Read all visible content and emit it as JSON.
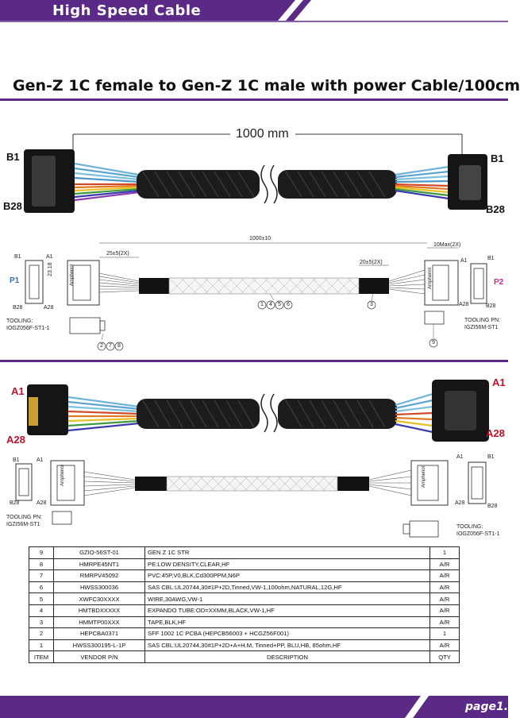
{
  "header": {
    "section_title": "High Speed Cable"
  },
  "title": "Gen-Z 1C female to Gen-Z 1C male with power Cable/100cm",
  "photo_top": {
    "length_label": "1000 mm",
    "left_top": "B1",
    "left_bottom": "B28",
    "right_top": "B1",
    "right_bottom": "B28"
  },
  "drawing_top": {
    "overall_dim": "1000±10",
    "left_dim": "25±5(2X)",
    "right_dim": "20±5(2X)",
    "max_dim": "10Max(2X)",
    "height_dim": "23.18",
    "p1": "P1",
    "p2": "P2",
    "b1": "B1",
    "a1": "A1",
    "b28": "B28",
    "a28": "A28",
    "a1_right": "A1",
    "b1_right": "B1",
    "a28_right": "A28",
    "b28_right": "B28",
    "tooling_left": [
      "TOOLING:",
      "IOGZ056F-ST1-1"
    ],
    "tooling_right": [
      "TOOLING PN:",
      "IGZI56M-ST1"
    ],
    "callout_cable": [
      "1",
      "4",
      "5",
      "6"
    ],
    "callout_tape": "3",
    "callout_tool_left": [
      "2",
      "7",
      "8"
    ],
    "callout_tool_right": "9",
    "brand": "Amphenol"
  },
  "photo_bottom": {
    "left_top": "A1",
    "left_bottom": "A28",
    "right_top": "A1",
    "right_bottom": "A28"
  },
  "drawing_bottom": {
    "b1": "B1",
    "a1": "A1",
    "b28": "B28",
    "a28": "A28",
    "a1_right": "A1",
    "b1_right": "B1",
    "a28_right": "A28",
    "b28_right": "B28",
    "tooling_left": [
      "TOOLING PN:",
      "IGZI56M-ST1"
    ],
    "tooling_right": [
      "TOOLING:",
      "IOGZ056F-ST1-1"
    ],
    "brand": "Amphenol"
  },
  "bom": {
    "rows": [
      {
        "item": "9",
        "vendor": "GZIO-56ST-01",
        "desc": "GEN Z 1C STR",
        "qty": "1"
      },
      {
        "item": "8",
        "vendor": "HMRPE45NT1",
        "desc": "PE:LOW DENSITY,CLEAR,HF",
        "qty": "A/R"
      },
      {
        "item": "7",
        "vendor": "RMRPV45092",
        "desc": "PVC:45P,V0,BLK,Cd300PPM,N6P",
        "qty": "A/R"
      },
      {
        "item": "6",
        "vendor": "HWSS300036",
        "desc": "SAS CBL:UL20744,30#1P+2D,Tinned,VW-1,100ohm,NATURAL,12G,HF",
        "qty": "A/R"
      },
      {
        "item": "5",
        "vendor": "XWFC30XXXX",
        "desc": "WIRE,30AWG,VW-1",
        "qty": "A/R"
      },
      {
        "item": "4",
        "vendor": "HMTBDXXXXX",
        "desc": "EXPANDO TUBE:OD=XXMM,BLACK,VW-1,HF",
        "qty": "A/R"
      },
      {
        "item": "3",
        "vendor": "HMMTP00XXX",
        "desc": "TAPE,BLK,HF",
        "qty": "A/R"
      },
      {
        "item": "2",
        "vendor": "HEPCBA0371",
        "desc": "SFF 1002 1C PCBA (HEPCB56003 + HCGZ56F001)",
        "qty": "1"
      },
      {
        "item": "1",
        "vendor": "HWSS300195-L-1P",
        "desc": "SAS CBL:UL20744,30#1P+2D+A+H.M, Tinned+PP, BLU,HB, 85ohm,HF",
        "qty": "A/R"
      }
    ],
    "header": {
      "item": "ITEM",
      "vendor": "VENDOR P/N",
      "desc": "DESCRIPTION",
      "qty": "QTY"
    }
  },
  "footer": {
    "page": "page1."
  },
  "colors": {
    "brand_purple": "#5a2a86",
    "label_red": "#c3102a"
  }
}
